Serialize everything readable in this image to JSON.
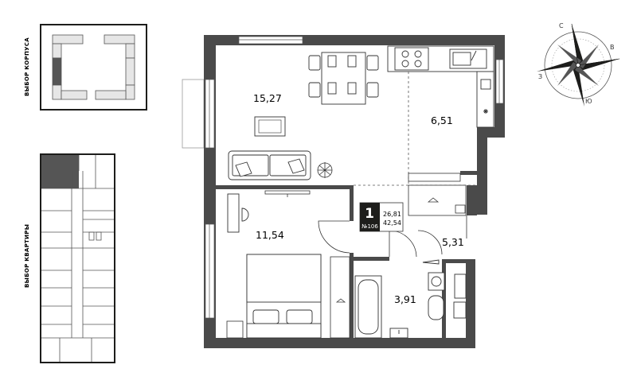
{
  "side_labels": {
    "building_select": "ВЫБОР КОРПУСА",
    "apartment_select": "ВЫБОР КВАРТИРЫ"
  },
  "compass": {
    "north": "С",
    "east": "В",
    "south": "Ю",
    "west": "З"
  },
  "apartment_badge": {
    "rooms": "1",
    "number": "№106",
    "living_area": "26,81",
    "total_area": "42,54"
  },
  "rooms": {
    "living_room": "15,27",
    "kitchen": "6,51",
    "bedroom": "11,54",
    "hall": "5,31",
    "bathroom": "3,91"
  },
  "colors": {
    "wall": "#4a4a4a",
    "selected": "#555555",
    "line": "#333333"
  }
}
